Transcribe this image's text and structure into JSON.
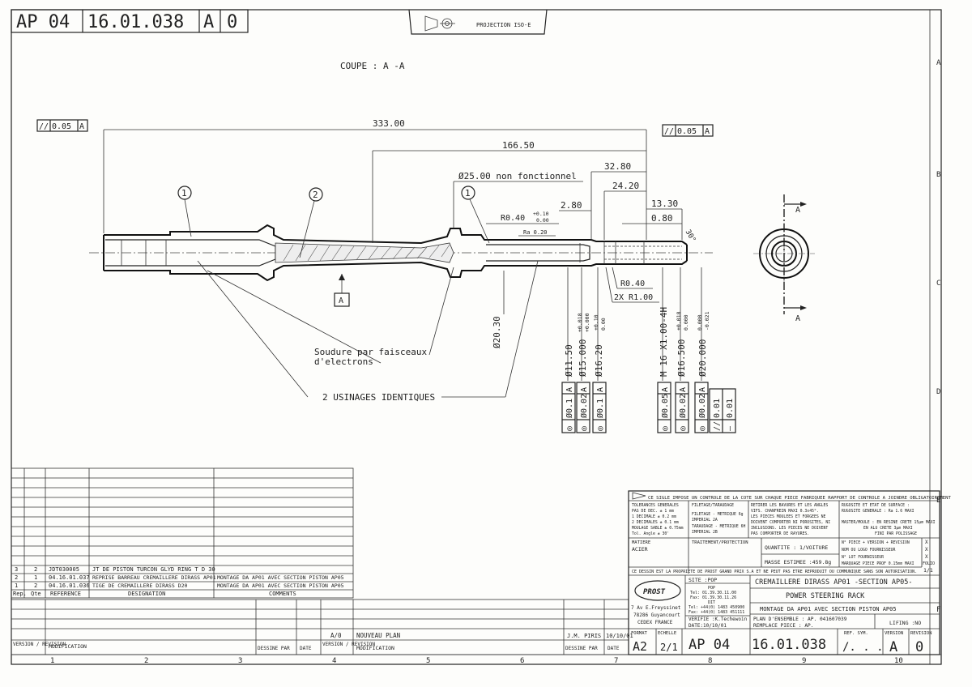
{
  "header": {
    "code_box": [
      "AP 04",
      "16.01.038",
      "A",
      "0"
    ],
    "projection": "PROJECTION ISO-E"
  },
  "section_label": "COUPE : A -A",
  "dimensions": {
    "d333": "333.00",
    "d166": "166.50",
    "d32": "32.80",
    "d24": "24.20",
    "d13": "13.30",
    "d2_8": "2.80",
    "d0_8": "0.80",
    "angle": "30°",
    "dia25": "Ø25.00  non fonctionnel",
    "r040": "R0.40",
    "r040_tol_up": "+0.10",
    "r040_tol_dn": "0.00",
    "ra": "Ra 0.20",
    "r040b": "R0.40",
    "r100": "2X R1.00",
    "dia20_30": "Ø20.30",
    "dia11_50": "Ø11.50",
    "dia15": "Ø15.000",
    "dia15_tol": [
      "+0.018",
      "+0.000"
    ],
    "dia16_20": "Ø16.20",
    "dia16_20_tol": [
      "+0.10",
      "0.00"
    ],
    "m16": "M 16 X1.00-4H",
    "dia16_5": "Ø16.500",
    "dia16_5_tol": [
      "+0.018",
      "0.000"
    ],
    "dia20": "Ø20.000",
    "dia20_tol": [
      "0.000",
      "-0.021"
    ]
  },
  "tolerance_frames": {
    "left": [
      "//",
      "0.05",
      "A"
    ],
    "right": [
      "//",
      "0.05",
      "A"
    ],
    "datum": "A",
    "section_a": "A",
    "vertical": [
      [
        "◎",
        "Ø0.1",
        "A"
      ],
      [
        "◎",
        "Ø0.02",
        "A"
      ],
      [
        "◎",
        "Ø0.1",
        "A"
      ],
      [
        "◎",
        "Ø0.05",
        "A"
      ],
      [
        "◎",
        "Ø0.02",
        "A"
      ],
      [
        "◎",
        "Ø0.02",
        "A"
      ]
    ],
    "extra": [
      "//",
      "0.01",
      "—",
      "0.01"
    ]
  },
  "balloons": [
    "1",
    "2",
    "1"
  ],
  "notes": {
    "soudure": [
      "Soudure par faisceaux",
      "d'electrons"
    ],
    "usinages": "2 USINAGES IDENTIQUES"
  },
  "bom": {
    "rows": [
      [
        "3",
        "2",
        "JDT030005",
        "JT DE PISTON TURCON GLYD RING T D 30",
        ""
      ],
      [
        "2",
        "1",
        "04.16.01.037",
        "REPRISE BARREAU CREMAILLERE DIRASS AP01",
        "MONTAGE DA AP01 AVEC SECTION PISTON AP05"
      ],
      [
        "1",
        "2",
        "04.16.01.036",
        "TIGE DE CREMAILLERE DIRASS D20",
        "MONTAGE DA AP01 AVEC SECTION PISTON AP05"
      ]
    ],
    "headers": [
      "Rep.",
      "Qte",
      "REFERENCE",
      "DESIGNATION",
      "COMMENTS"
    ]
  },
  "revision": {
    "version": "A/0",
    "modification": "NOUVEAU PLAN",
    "by": "J.M. PIRIS",
    "date": "10/10/01",
    "hdr_version": "VERSION / REVISION",
    "hdr_modification": "MODIFICATION",
    "hdr_dessine": "DESSINE PAR",
    "hdr_date": "DATE"
  },
  "title_block": {
    "note": "CE SIGLE IMPOSE UN CONTROLE DE LA COTE SUR CHAQUE PIECE FABRIQUEE RAPPORT DE CONTROLE A JOINDRE OBLIGATOIREMENT",
    "tolerances": [
      "TOLERANCES GENERALES",
      "PAS DE DEC.   ± 1   mm",
      "1 DECIMALE    ± 0.2 mm",
      "2 DECIMALES   ± 0.1 mm",
      "MOULAGE SABLE ± 0.75mm",
      "Tol. Angle    ± 30'"
    ],
    "filetage": [
      "FILETAGE/TARAUDAGE",
      "FILETAGE  - METRIQUE 6g",
      "           IMPERIAL 2A",
      "TARAUDAGE - METRIQUE 6H",
      "           IMPERIAL 2B"
    ],
    "bavures": [
      "RETIRER LES BAVURES ET LES ANGLES",
      "VIFS. CHANFREIN MAXI 0.3x45°.",
      "LES PIECES MOULEES ET FORGEES NE",
      "DOIVENT COMPORTER NI POROSITES, NI",
      "INCLUSIONS. LES PIECES NE DOIVENT",
      "PAS COMPORTER DE RAYURES."
    ],
    "rugosite": [
      "RUGOSITE ET ETAT DE SURFACE :",
      "RUGOSITE GENERALE : Ra 1.6 MAXI",
      "MASTER/MOULE : EN RESINE CRETE 15µm MAXI",
      "EN ALU CRETE 3µm MAXI",
      "FINI PAR POLISSAGE"
    ],
    "matiere_label": "MATIERE",
    "matiere": "ACIER",
    "traitement": "TRAITEMENT/PROTECTION",
    "quantite": "QUANTITE :   1/VOITURE",
    "masse": "MASSE ESTIMEE :459.8g",
    "options": [
      "N° PIECE + VERSION + REVISION",
      "NOM OU LOGO FOURNISSEUR",
      "N° LOT FOURNISSEUR",
      "MARQUAGE PIECE PROF 0.15mm MAXI"
    ],
    "folio_label": "FOLIO",
    "folio": "1/1",
    "property": "CE DESSIN EST LA PROPRIETE DE PROST GRAND PRIX S.A ET NE PEUT PAS ETRE REPRODUIT OU COMMUNIQUE SANS SON AUTORISATION.",
    "logo": "PROST",
    "address": [
      "7 Av E.Freyssinet",
      "78286 Guyancourt",
      "CEDEX FRANCE"
    ],
    "site": "SITE :POP",
    "contact": [
      "POP",
      "Tel: 01.39.30.11.00",
      "Fax: 01.39.30.11.26",
      "DIT",
      "Tel: +44(0) 1483 450900",
      "Fax: +44(0) 1483 451111"
    ],
    "verifie": "VERIFIE :K.Techewoin",
    "date": "DATE:10/10/01",
    "title1": "CREMAILLERE DIRASS AP01 -SECTION AP05-",
    "title2": "POWER STEERING RACK",
    "title3": "MONTAGE DA AP01 AVEC SECTION PISTON AP05",
    "plan_ensemble": "PLAN D'ENSEMBLE : AP. 041607039",
    "remplace": "REMPLACE PIECE  : AP.",
    "lifing": "LIFING :NO",
    "format_label": "FORMAT",
    "format": "A2",
    "echelle_label": "ECHELLE",
    "echelle": "2/1",
    "num1": "AP 04",
    "num2": "16.01.038",
    "ref_sym_label": "REF. SYM.",
    "ref_sym": "/. . .",
    "version_label": "VERSION",
    "version": "A",
    "revision_label": "REVISION",
    "revision": "0",
    "checks": [
      "X",
      "X",
      "X",
      "X",
      "X"
    ]
  },
  "zones": {
    "cols": [
      "1",
      "2",
      "3",
      "4",
      "5",
      "6",
      "7",
      "8",
      "9",
      "10"
    ],
    "rows": [
      "A",
      "B",
      "C",
      "D",
      "E",
      "F"
    ]
  }
}
